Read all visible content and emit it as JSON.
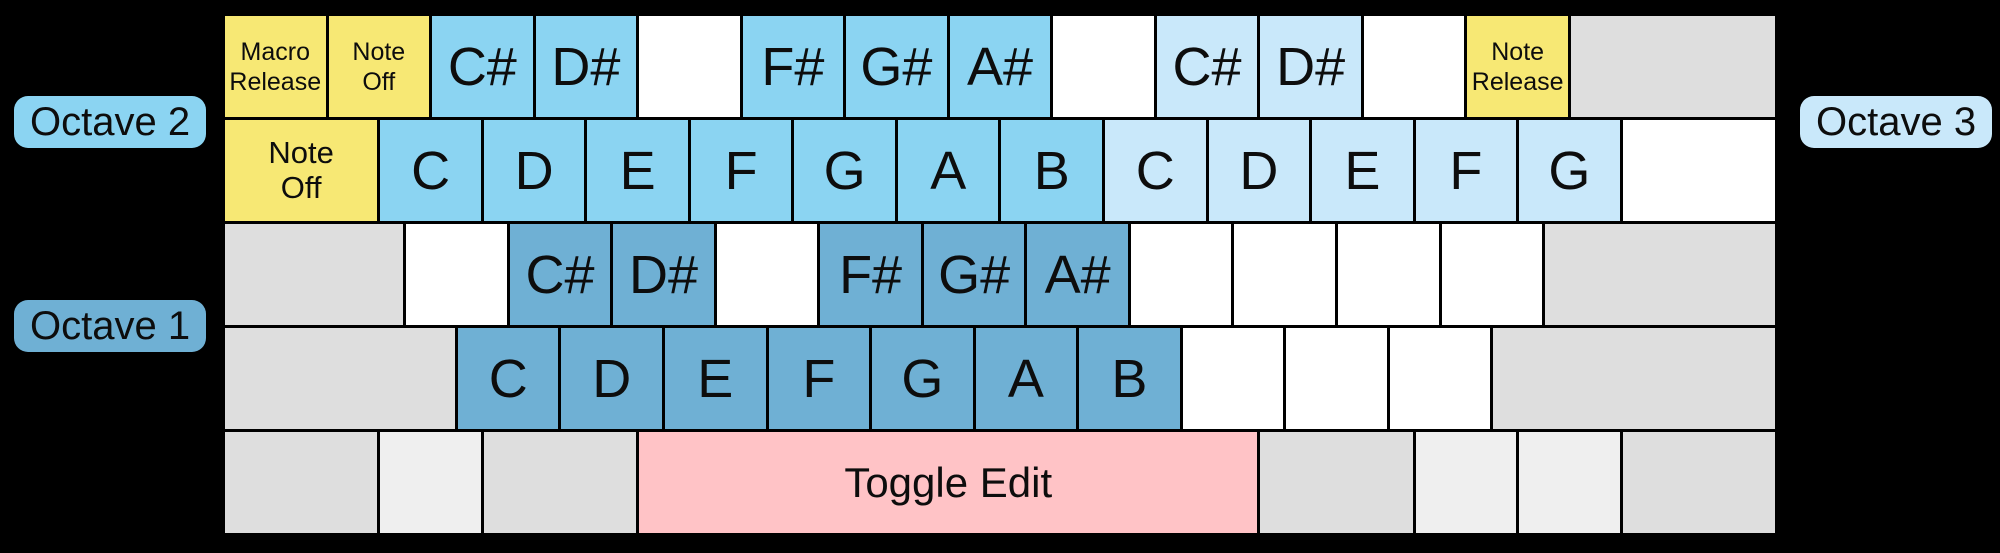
{
  "diagram_title": "keyboard-note-mapping",
  "colors": {
    "background": "#000000",
    "oct1": "#6FB0D4",
    "oct2": "#8BD4F2",
    "oct3": "#C9E8FA",
    "yellow": "#F7E874",
    "pink": "#FFC3C6",
    "gray": "#DEDEDE",
    "lgray": "#EFEFEF",
    "white": "#FFFFFF"
  },
  "octave_labels": {
    "octave1": {
      "label": "Octave 1",
      "color": "#6FB0D4"
    },
    "octave2": {
      "label": "Octave 2",
      "color": "#8BD4F2"
    },
    "octave3": {
      "label": "Octave 3",
      "color": "#C9E8FA"
    }
  },
  "keyboard": {
    "rows": [
      {
        "keys": [
          {
            "label": "Macro\nRelease",
            "c": "yellow",
            "u": 4,
            "s": "xs"
          },
          {
            "label": "Note\nOff",
            "c": "yellow",
            "u": 4,
            "s": "xs"
          },
          {
            "label": "C#",
            "c": "oct2",
            "u": 4,
            "s": "lg"
          },
          {
            "label": "D#",
            "c": "oct2",
            "u": 4,
            "s": "lg"
          },
          {
            "label": "",
            "c": "white",
            "u": 4,
            "s": "lg"
          },
          {
            "label": "F#",
            "c": "oct2",
            "u": 4,
            "s": "lg"
          },
          {
            "label": "G#",
            "c": "oct2",
            "u": 4,
            "s": "lg"
          },
          {
            "label": "A#",
            "c": "oct2",
            "u": 4,
            "s": "lg"
          },
          {
            "label": "",
            "c": "white",
            "u": 4,
            "s": "lg"
          },
          {
            "label": "C#",
            "c": "oct3",
            "u": 4,
            "s": "lg"
          },
          {
            "label": "D#",
            "c": "oct3",
            "u": 4,
            "s": "lg"
          },
          {
            "label": "",
            "c": "white",
            "u": 4,
            "s": "lg"
          },
          {
            "label": "Note\nRelease",
            "c": "yellow",
            "u": 4,
            "s": "xs"
          },
          {
            "label": "",
            "c": "gray",
            "u": 8,
            "s": "lg"
          }
        ]
      },
      {
        "keys": [
          {
            "label": "Note\nOff",
            "c": "yellow",
            "u": 6,
            "s": "sm"
          },
          {
            "label": "C",
            "c": "oct2",
            "u": 4,
            "s": "lg"
          },
          {
            "label": "D",
            "c": "oct2",
            "u": 4,
            "s": "lg"
          },
          {
            "label": "E",
            "c": "oct2",
            "u": 4,
            "s": "lg"
          },
          {
            "label": "F",
            "c": "oct2",
            "u": 4,
            "s": "lg"
          },
          {
            "label": "G",
            "c": "oct2",
            "u": 4,
            "s": "lg"
          },
          {
            "label": "A",
            "c": "oct2",
            "u": 4,
            "s": "lg"
          },
          {
            "label": "B",
            "c": "oct2",
            "u": 4,
            "s": "lg"
          },
          {
            "label": "C",
            "c": "oct3",
            "u": 4,
            "s": "lg"
          },
          {
            "label": "D",
            "c": "oct3",
            "u": 4,
            "s": "lg"
          },
          {
            "label": "E",
            "c": "oct3",
            "u": 4,
            "s": "lg"
          },
          {
            "label": "F",
            "c": "oct3",
            "u": 4,
            "s": "lg"
          },
          {
            "label": "G",
            "c": "oct3",
            "u": 4,
            "s": "lg"
          },
          {
            "label": "",
            "c": "white",
            "u": 6,
            "s": "lg"
          }
        ]
      },
      {
        "keys": [
          {
            "label": "",
            "c": "gray",
            "u": 7,
            "s": "lg"
          },
          {
            "label": "",
            "c": "white",
            "u": 4,
            "s": "lg"
          },
          {
            "label": "C#",
            "c": "oct1",
            "u": 4,
            "s": "lg"
          },
          {
            "label": "D#",
            "c": "oct1",
            "u": 4,
            "s": "lg"
          },
          {
            "label": "",
            "c": "white",
            "u": 4,
            "s": "lg"
          },
          {
            "label": "F#",
            "c": "oct1",
            "u": 4,
            "s": "lg"
          },
          {
            "label": "G#",
            "c": "oct1",
            "u": 4,
            "s": "lg"
          },
          {
            "label": "A#",
            "c": "oct1",
            "u": 4,
            "s": "lg"
          },
          {
            "label": "",
            "c": "white",
            "u": 4,
            "s": "lg"
          },
          {
            "label": "",
            "c": "white",
            "u": 4,
            "s": "lg"
          },
          {
            "label": "",
            "c": "white",
            "u": 4,
            "s": "lg"
          },
          {
            "label": "",
            "c": "white",
            "u": 4,
            "s": "lg"
          },
          {
            "label": "",
            "c": "gray",
            "u": 9,
            "s": "lg"
          }
        ]
      },
      {
        "keys": [
          {
            "label": "",
            "c": "gray",
            "u": 9,
            "s": "lg"
          },
          {
            "label": "C",
            "c": "oct1",
            "u": 4,
            "s": "lg"
          },
          {
            "label": "D",
            "c": "oct1",
            "u": 4,
            "s": "lg"
          },
          {
            "label": "E",
            "c": "oct1",
            "u": 4,
            "s": "lg"
          },
          {
            "label": "F",
            "c": "oct1",
            "u": 4,
            "s": "lg"
          },
          {
            "label": "G",
            "c": "oct1",
            "u": 4,
            "s": "lg"
          },
          {
            "label": "A",
            "c": "oct1",
            "u": 4,
            "s": "lg"
          },
          {
            "label": "B",
            "c": "oct1",
            "u": 4,
            "s": "lg"
          },
          {
            "label": "",
            "c": "white",
            "u": 4,
            "s": "lg"
          },
          {
            "label": "",
            "c": "white",
            "u": 4,
            "s": "lg"
          },
          {
            "label": "",
            "c": "white",
            "u": 4,
            "s": "lg"
          },
          {
            "label": "",
            "c": "gray",
            "u": 11,
            "s": "lg"
          }
        ]
      },
      {
        "keys": [
          {
            "label": "",
            "c": "gray",
            "u": 6,
            "s": "lg"
          },
          {
            "label": "",
            "c": "lgray",
            "u": 4,
            "s": "lg"
          },
          {
            "label": "",
            "c": "gray",
            "u": 6,
            "s": "lg"
          },
          {
            "label": "Toggle Edit",
            "c": "pink",
            "u": 24,
            "s": "md"
          },
          {
            "label": "",
            "c": "gray",
            "u": 6,
            "s": "lg"
          },
          {
            "label": "",
            "c": "lgray",
            "u": 4,
            "s": "lg"
          },
          {
            "label": "",
            "c": "lgray",
            "u": 4,
            "s": "lg"
          },
          {
            "label": "",
            "c": "gray",
            "u": 6,
            "s": "lg"
          }
        ]
      }
    ]
  }
}
